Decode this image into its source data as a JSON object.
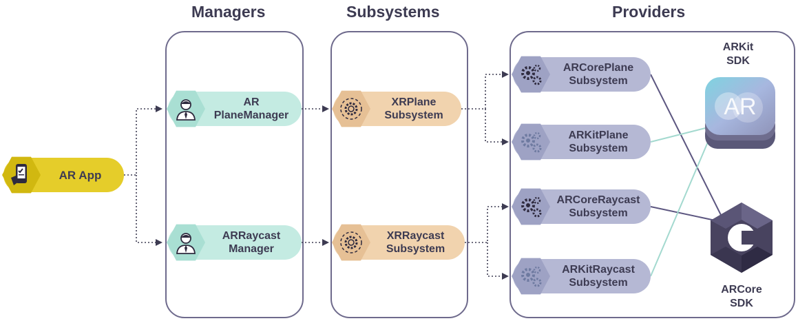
{
  "headings": {
    "managers": "Managers",
    "subsystems": "Subsystems",
    "providers": "Providers"
  },
  "app": {
    "label": "AR App",
    "icon": "phone-checklist-icon"
  },
  "managers": [
    {
      "line1": "AR",
      "line2": "PlaneManager",
      "icon": "manager-person-icon"
    },
    {
      "line1": "ARRaycast",
      "line2": "Manager",
      "icon": "manager-person-icon"
    }
  ],
  "subsystems": [
    {
      "line1": "XRPlane",
      "line2": "Subsystem",
      "icon": "gear-cycle-icon"
    },
    {
      "line1": "XRRaycast",
      "line2": "Subsystem",
      "icon": "gear-cycle-icon"
    }
  ],
  "providers": [
    {
      "line1": "ARCorePlane",
      "line2": "Subsystem",
      "icon": "gears-icon"
    },
    {
      "line1": "ARKitPlane",
      "line2": "Subsystem",
      "icon": "gears-icon"
    },
    {
      "line1": "ARCoreRaycast",
      "line2": "Subsystem",
      "icon": "gears-icon"
    },
    {
      "line1": "ARKitRaycast",
      "line2": "Subsystem",
      "icon": "gears-icon"
    }
  ],
  "sdks": {
    "arkit": {
      "line1": "ARKit",
      "line2": "SDK",
      "logo_text": "AR",
      "icon": "arkit-logo-icon"
    },
    "arcore": {
      "line1": "ARCore",
      "line2": "SDK",
      "icon": "arcore-logo-icon"
    }
  },
  "colors": {
    "app": "#e5cd2a",
    "manager": "#c4ebe2",
    "subsystem": "#f1d3ae",
    "provider": "#b5b8d4",
    "arkit_link": "#a3d9cf",
    "arcore_link": "#5c5680"
  }
}
